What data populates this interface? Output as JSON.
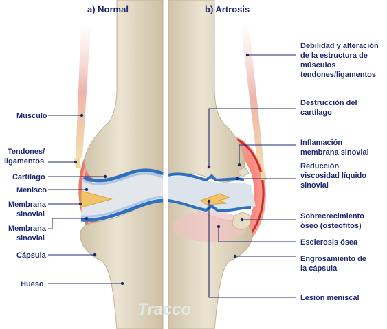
{
  "titles": {
    "normal": "a) Normal",
    "artrosis": "b) Artrosis"
  },
  "left_labels": {
    "musculo": "Músculo",
    "tendones_1": "Tendones/",
    "tendones_2": "ligamentos",
    "cartilago": "Cartílago",
    "menisco": "Menisco",
    "membrana1_1": "Membrana",
    "membrana1_2": "sinovial",
    "membrana2_1": "Membrana",
    "membrana2_2": "sinovial",
    "capsula": "Cápsula",
    "hueso": "Hueso"
  },
  "right_labels": {
    "debilidad_1": "Debilidad y alteración",
    "debilidad_2": "de la estructura de",
    "debilidad_3": "músculos",
    "debilidad_4": "tendones/ligamentos",
    "destruccion_1": "Destrucción del",
    "destruccion_2": "cartílago",
    "inflamacion_1": "Inflamación",
    "inflamacion_2": "membrana sinovial",
    "reduccion_1": "Reducción",
    "reduccion_2": "viscosidad líquido",
    "reduccion_3": "sinovial",
    "sobrecrecimiento_1": "Sobrecrecimiento",
    "sobrecrecimiento_2": "óseo (osteofitos)",
    "esclerosis": "Esclerosis ósea",
    "engrosamiento_1": "Engrosamiento de",
    "engrosamiento_2": "la cápsula",
    "lesion": "Lesión meniscal"
  },
  "watermark": "Tracco",
  "colors": {
    "label": "#1f2a6e",
    "bone": "#ddd3bc",
    "capsule": "#e0403a",
    "cartilage": "#2f6fc0",
    "meniscus": "#f2c46a"
  }
}
